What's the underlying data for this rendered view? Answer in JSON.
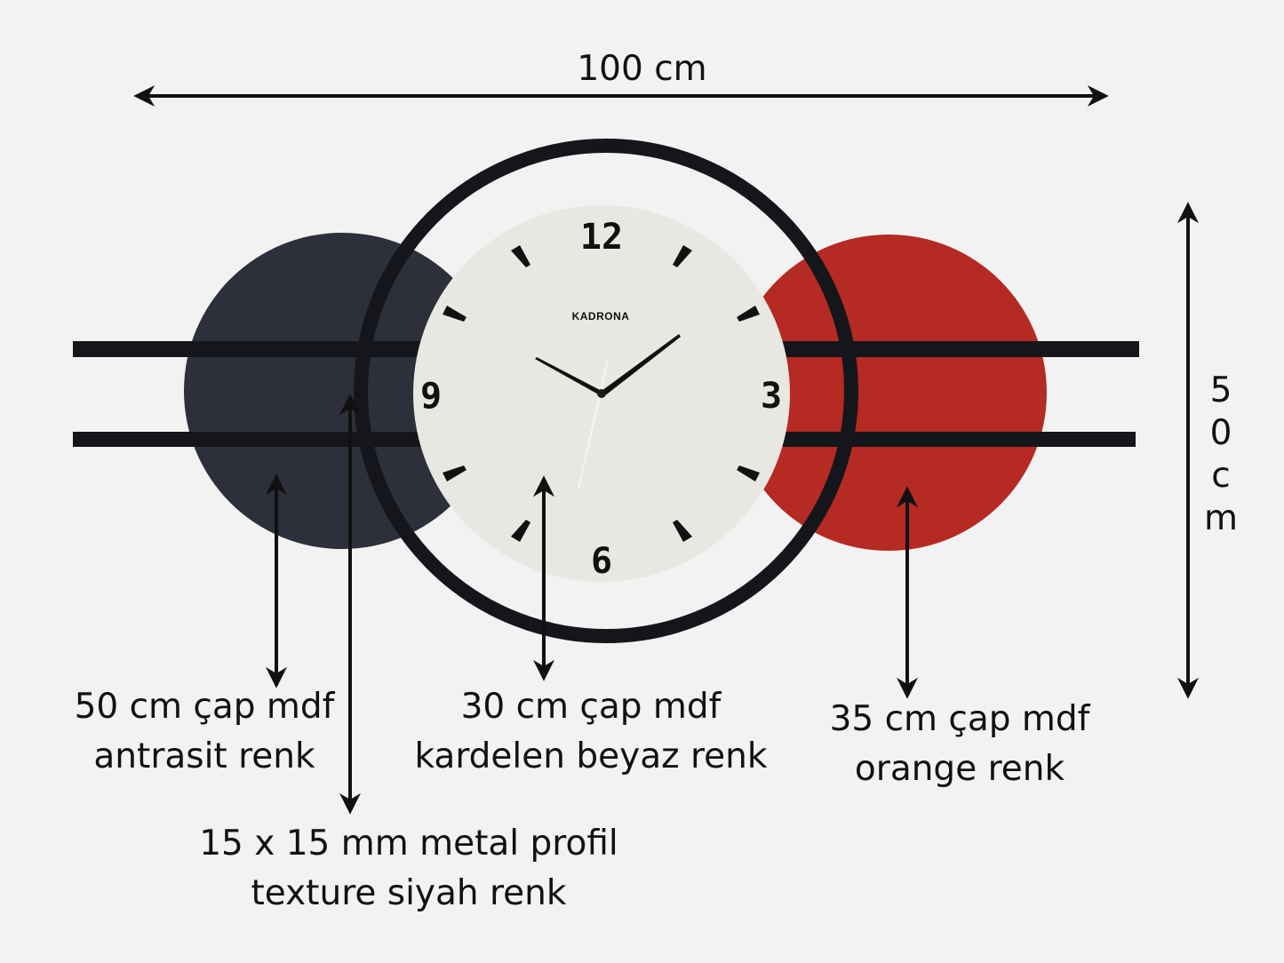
{
  "dimensions": {
    "width": "100 cm",
    "height_chars": [
      "5",
      "0",
      "c",
      "m"
    ]
  },
  "clock": {
    "brand": "KADRONA",
    "numerals": {
      "twelve": "12",
      "three": "3",
      "six": "6",
      "nine": "9"
    }
  },
  "labels": {
    "left": {
      "line1": "50 cm çap mdf",
      "line2": "antrasit renk"
    },
    "center": {
      "line1": "30 cm çap mdf",
      "line2": "kardelen beyaz renk"
    },
    "right": {
      "line1": "35 cm çap mdf",
      "line2": "orange renk"
    },
    "bottom": {
      "line1": "15 x 15 mm metal profil",
      "line2": "texture siyah renk"
    }
  },
  "colors": {
    "background": "#f2f2f2",
    "anthracite_disc": "#2d2f3a",
    "white_dial": "#e9e7e1",
    "orange_disc": "#b52a22",
    "metal_profile": "#15161b",
    "arrow": "#111111"
  }
}
